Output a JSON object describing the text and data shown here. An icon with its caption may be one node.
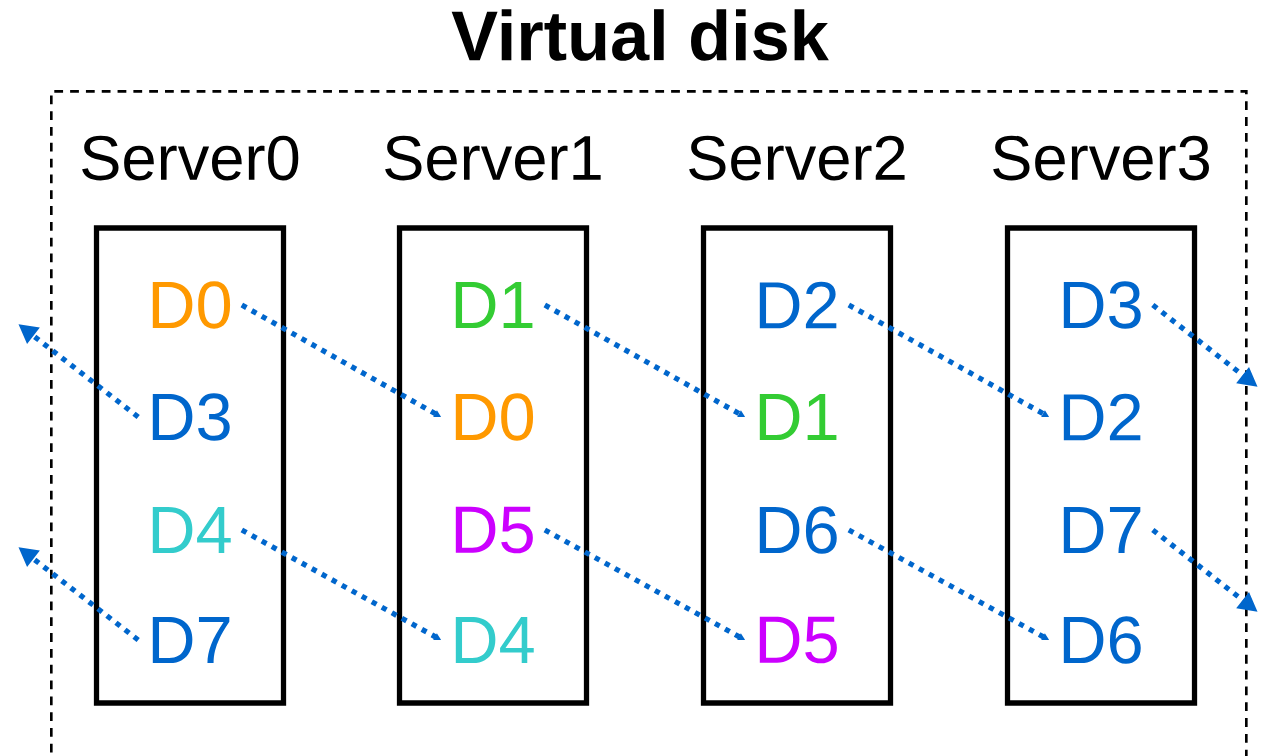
{
  "diagram": {
    "nodes": [
      {
        "text": [
          "Virtual disk"
        ]
      },
      {
        "text": [
          "Server0"
        ],
        "in": 0
      },
      {
        "text": [
          "Server1"
        ],
        "in": 0
      },
      {
        "text": [
          "Server2"
        ],
        "in": 0
      },
      {
        "text": [
          "Server3"
        ],
        "in": 0
      },
      {
        "text": [
          "D0"
        ],
        "in": 1
      },
      {
        "text": [
          "D3"
        ],
        "in": 1
      },
      {
        "text": [
          "D4"
        ],
        "in": 1
      },
      {
        "text": [
          "D7"
        ],
        "in": 1
      },
      {
        "text": [
          "D1"
        ],
        "in": 2
      },
      {
        "text": [
          "D0"
        ],
        "in": 2
      },
      {
        "text": [
          "D5"
        ],
        "in": 2
      },
      {
        "text": [
          "D4"
        ],
        "in": 2
      },
      {
        "text": [
          "D2"
        ],
        "in": 3
      },
      {
        "text": [
          "D1"
        ],
        "in": 3
      },
      {
        "text": [
          "D6"
        ],
        "in": 3
      },
      {
        "text": [
          "D5"
        ],
        "in": 3
      },
      {
        "text": [
          "D3"
        ],
        "in": 4
      },
      {
        "text": [
          "D2"
        ],
        "in": 4
      },
      {
        "text": [
          "D7"
        ],
        "in": 4
      },
      {
        "text": [
          "D6"
        ],
        "in": 4
      }
    ],
    "edges": [
      {
        "from": 5,
        "to": 10,
        "arrow": "to",
        "style": "dashed"
      },
      {
        "from": 7,
        "to": 12,
        "arrow": "to",
        "style": "dashed"
      },
      {
        "from": 9,
        "to": 14,
        "arrow": "to",
        "style": "dashed"
      },
      {
        "from": 11,
        "to": 16,
        "arrow": "to",
        "style": "dashed"
      },
      {
        "from": 13,
        "to": 18,
        "arrow": "to",
        "style": "dashed"
      },
      {
        "from": 15,
        "to": 20,
        "arrow": "to",
        "style": "dashed"
      },
      {
        "from": 17,
        "to": null,
        "arrow": "to",
        "style": "dashed"
      },
      {
        "from": 19,
        "to": null,
        "arrow": "to",
        "style": "dashed"
      },
      {
        "from": 6,
        "to": null,
        "arrow": "to",
        "style": "dashed"
      },
      {
        "from": 8,
        "to": null,
        "arrow": "to",
        "style": "dashed"
      }
    ]
  }
}
